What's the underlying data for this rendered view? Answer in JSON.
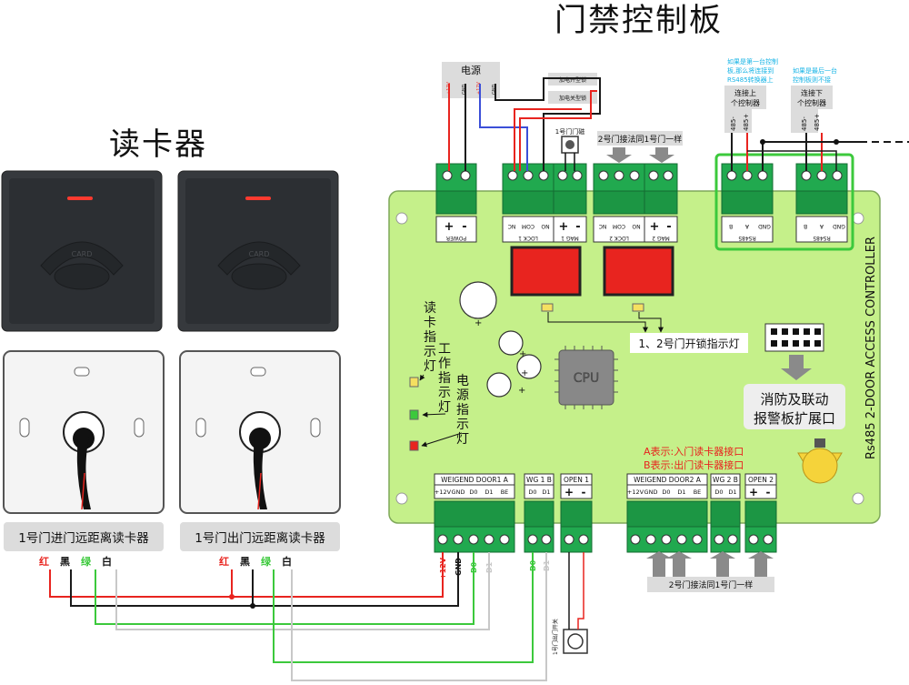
{
  "titles": {
    "board": "门禁控制板",
    "reader": "读卡器"
  },
  "readers": {
    "in_caption": "1号门进门远距离读卡器",
    "out_caption": "1号门出门远距离读卡器",
    "logo": "CARD",
    "wire_colors": [
      "红",
      "黑",
      "绿",
      "白"
    ]
  },
  "power": {
    "label": "电源",
    "pins": [
      "+12V",
      "GND",
      "+12V",
      "GND"
    ]
  },
  "locks": {
    "open_type": "加电开型锁",
    "close_type": "加电关型锁",
    "mag_label": "1号门门磁"
  },
  "door2_note_top": "2号门接法同1号门一样",
  "door2_note_bottom": "2号门接法同1号门一样",
  "rs485": {
    "first_note": "如果是第一台控制板,那么将连接到RS485转换器上",
    "last_note": "如果是最后一台控制板则不接",
    "prev_label": "连接上个控制器",
    "next_label": "连接下个控制器",
    "pins": [
      "485-",
      "485+"
    ]
  },
  "top_connectors": [
    {
      "pins": [
        "+",
        "-"
      ],
      "name": "POWER"
    },
    {
      "pins": [
        "NO",
        "COM",
        "NC"
      ],
      "name": "LOCK 1"
    },
    {
      "pins": [
        "+",
        "-"
      ],
      "name": "MAG 1"
    },
    {
      "pins": [
        "NO",
        "COM",
        "NC"
      ],
      "name": "LOCK 2"
    },
    {
      "pins": [
        "+",
        "-"
      ],
      "name": "MAG 2"
    },
    {
      "pins": [
        "GND",
        "A",
        "B"
      ],
      "name": "RS485"
    },
    {
      "pins": [
        "GND",
        "A",
        "B"
      ],
      "name": "RS485"
    }
  ],
  "bottom_connectors": [
    {
      "name": "WEIGEND DOOR1  A",
      "pins": [
        "+12V",
        "GND",
        "D0",
        "D1",
        "BE"
      ]
    },
    {
      "name": "WG 1 B",
      "pins": [
        "D0",
        "D1"
      ]
    },
    {
      "name": "OPEN 1",
      "pins": [
        "+",
        "-"
      ]
    },
    {
      "name": "WEIGEND DOOR2  A",
      "pins": [
        "+12V",
        "GND",
        "D0",
        "D1",
        "BE"
      ]
    },
    {
      "name": "WG 2 B",
      "pins": [
        "D0",
        "D1"
      ]
    },
    {
      "name": "OPEN 2",
      "pins": [
        "+",
        "-"
      ]
    }
  ],
  "wire_labels": [
    "+12V",
    "GND",
    "D0",
    "D1",
    "D0",
    "D1"
  ],
  "exit_button_label": "1号门出门开关",
  "indicators": {
    "reader": "读卡指示灯",
    "work": "工作指示灯",
    "power": "电源指示灯",
    "door_open": "1、2号门开锁指示灯"
  },
  "cpu": "CPU",
  "ports": {
    "a_note": "A表示:入门读卡器接口",
    "b_note": "B表示:出门读卡器接口",
    "expansion": [
      "消防及联动",
      "报警板扩展口"
    ]
  },
  "board_side_title": "Rs485 2-DOOR ACCESS CONTROLLER",
  "colors": {
    "board": "#c5f08a",
    "terminal": "#21a94f",
    "wire_red": "#e8241f",
    "wire_black": "#1a1a1a",
    "wire_green": "#3cc93c",
    "wire_white": "#c8c8c8",
    "wire_blue": "#3b4fd8",
    "note_red": "#e8241f",
    "note_cyan": "#18b4e6",
    "label_gray": "#dcdcdc"
  }
}
